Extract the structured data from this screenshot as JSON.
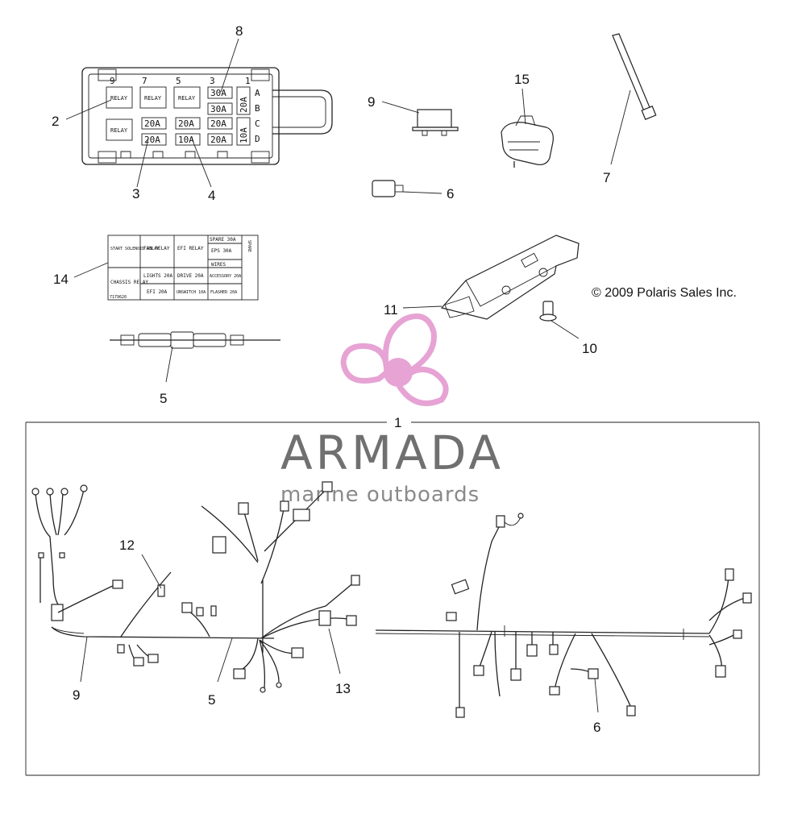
{
  "callouts": {
    "c1": "1",
    "c2": "2",
    "c3": "3",
    "c4": "4",
    "c5a": "5",
    "c5b": "5",
    "c6a": "6",
    "c6b": "6",
    "c7": "7",
    "c8": "8",
    "c9a": "9",
    "c9b": "9",
    "c10": "10",
    "c11": "11",
    "c12": "12",
    "c13": "13",
    "c14": "14",
    "c15": "15"
  },
  "fuse_box": {
    "slot_numbers": [
      "9",
      "7",
      "5",
      "3",
      "1"
    ],
    "row_letters": [
      "A",
      "B",
      "C",
      "D"
    ],
    "relay_label": "RELAY",
    "fuses": [
      "30A",
      "30A",
      "20A",
      "20A",
      "20A",
      "20A",
      "10A",
      "20A"
    ],
    "side_fuses": [
      "20A",
      "10A"
    ]
  },
  "decal": {
    "cells": {
      "start_solenoid": "START SOLENOID RELAY",
      "fan": "FAN RELAY",
      "efi": "EFI RELAY",
      "spare": "SPARE 30A",
      "eps": "EPS 30A",
      "wires": "WIRES",
      "chassis": "CHASSIS RELAY",
      "lights": "LIGHTS 20A",
      "drive": "DRIVE 20A",
      "accessory": "ACCESSORY 20A",
      "efi2": "EFI 20A",
      "unswitch": "UNSWITCH 10A",
      "flasher": "FLASHER 20A",
      "side_top": "SPARE",
      "part_no": "7179620"
    }
  },
  "copyright": "© 2009 Polaris Sales Inc.",
  "watermark": {
    "brand": "ARMADA",
    "tagline": "marine outboards",
    "logo_color": "#e49ad0"
  }
}
